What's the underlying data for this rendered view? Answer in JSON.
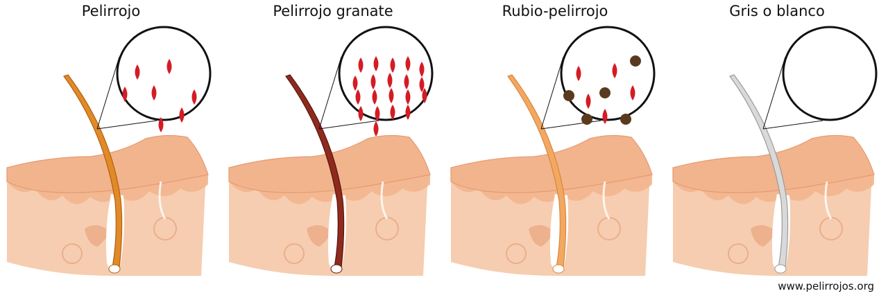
{
  "panels": [
    {
      "title": "Pelirrojo",
      "hair_color": "#e08a28",
      "hair_dark": "#b35e10",
      "pigments": {
        "red": 7,
        "brown": 0,
        "pattern": "sparse"
      }
    },
    {
      "title": "Pelirrojo granate",
      "hair_color": "#8e2a1e",
      "hair_dark": "#5a140c",
      "pigments": {
        "red": 20,
        "brown": 0,
        "pattern": "dense"
      }
    },
    {
      "title": "Rubio-pelirrojo",
      "hair_color": "#f3a862",
      "hair_dark": "#d8853a",
      "pigments": {
        "red": 5,
        "brown": 5,
        "pattern": "mixed"
      }
    },
    {
      "title": "Gris o blanco",
      "hair_color": "#d9d9d9",
      "hair_dark": "#9a9a9a",
      "pigments": {
        "red": 0,
        "brown": 0,
        "pattern": "none"
      }
    }
  ],
  "colors": {
    "pheomelanin": "#d41c24",
    "eumelanin": "#5a3a1e",
    "skin_top": "#f2b48c",
    "skin_body": "#f6cdb0",
    "skin_edge": "#e59a72"
  },
  "icons": {
    "pheomelanin": "red-pigment-granule",
    "eumelanin": "brown-pigment-granule"
  },
  "footer": {
    "site": "www.pelirrojos.org"
  }
}
